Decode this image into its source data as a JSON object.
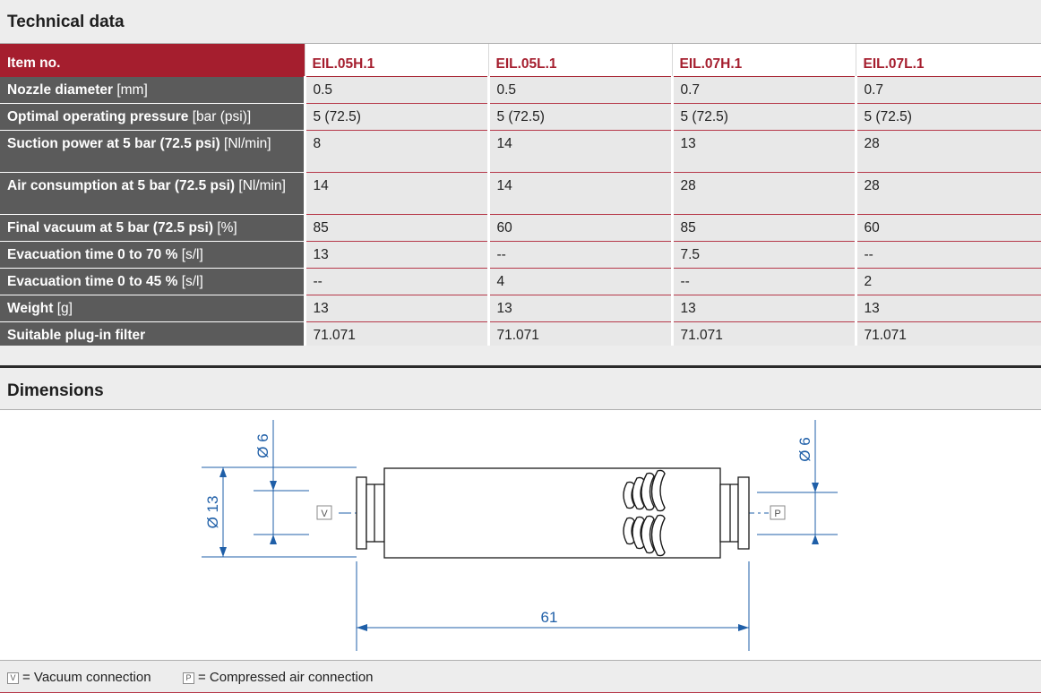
{
  "technical": {
    "title": "Technical data",
    "header_label": "Item no.",
    "columns": [
      "EIL.05H.1",
      "EIL.05L.1",
      "EIL.07H.1",
      "EIL.07L.1"
    ],
    "rows": [
      {
        "label": "Nozzle diameter",
        "unit": "[mm]",
        "values": [
          "0.5",
          "0.5",
          "0.7",
          "0.7"
        ]
      },
      {
        "label": "Optimal operating pressure",
        "unit": "[bar (psi)]",
        "values": [
          "5 (72.5)",
          "5 (72.5)",
          "5 (72.5)",
          "5 (72.5)"
        ]
      },
      {
        "label": "Suction power at 5 bar (72.5 psi)",
        "unit": "[Nl/min]",
        "values": [
          "8",
          "14",
          "13",
          "28"
        ]
      },
      {
        "label": "Air consumption at 5 bar (72.5 psi)",
        "unit": "[Nl/min]",
        "values": [
          "14",
          "14",
          "28",
          "28"
        ]
      },
      {
        "label": "Final vacuum at 5 bar (72.5 psi)",
        "unit": "[%]",
        "values": [
          "85",
          "60",
          "85",
          "60"
        ]
      },
      {
        "label": "Evacuation time 0 to 70 %",
        "unit": "[s/l]",
        "values": [
          "13",
          "--",
          "7.5",
          "--"
        ]
      },
      {
        "label": "Evacuation time 0 to 45 %",
        "unit": "[s/l]",
        "values": [
          "--",
          "4",
          "--",
          "2"
        ]
      },
      {
        "label": "Weight",
        "unit": "[g]",
        "values": [
          "13",
          "13",
          "13",
          "13"
        ]
      },
      {
        "label": "Suitable plug-in filter",
        "unit": "",
        "values": [
          "71.071",
          "71.071",
          "71.071",
          "71.071"
        ]
      }
    ]
  },
  "dimensions": {
    "title": "Dimensions",
    "dim_left_outer": "Ø 13",
    "dim_left_inner": "Ø 6",
    "dim_right": "Ø 6",
    "dim_length": "61",
    "port_left": "V",
    "port_right": "P"
  },
  "legend": {
    "vacuum_symbol": "V",
    "vacuum_text": "= Vacuum connection",
    "compressed_symbol": "P",
    "compressed_text": "= Compressed air connection"
  },
  "colors": {
    "brand_red": "#a51e2e",
    "row_label_gray": "#5b5b5b",
    "cell_gray": "#e8e8e8",
    "dimension_blue": "#1f5fa8"
  }
}
